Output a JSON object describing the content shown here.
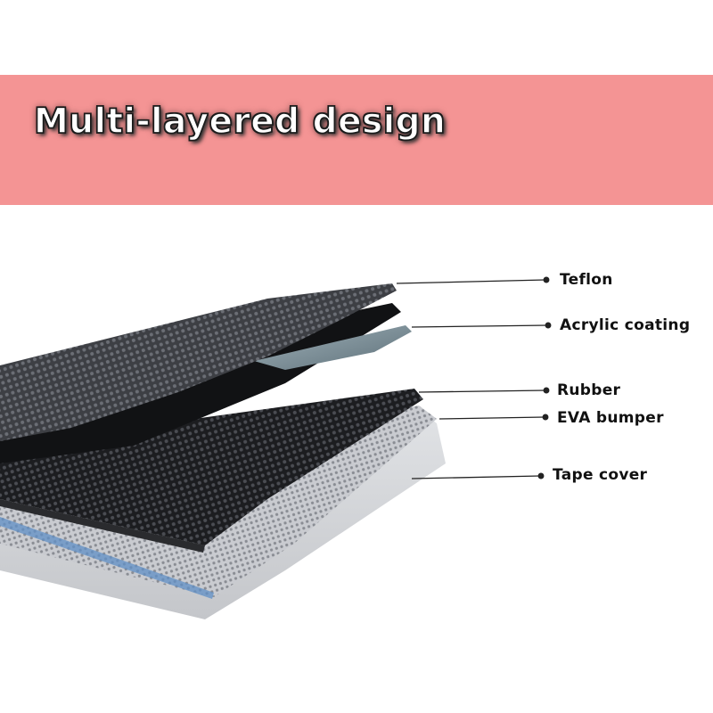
{
  "banner": {
    "title": "Multi-layered design",
    "color": "#f49494"
  },
  "layers": [
    {
      "label": "Teflon"
    },
    {
      "label": "Acrylic coating"
    },
    {
      "label": "Rubber"
    },
    {
      "label": "EVA bumper"
    },
    {
      "label": "Tape cover"
    }
  ]
}
